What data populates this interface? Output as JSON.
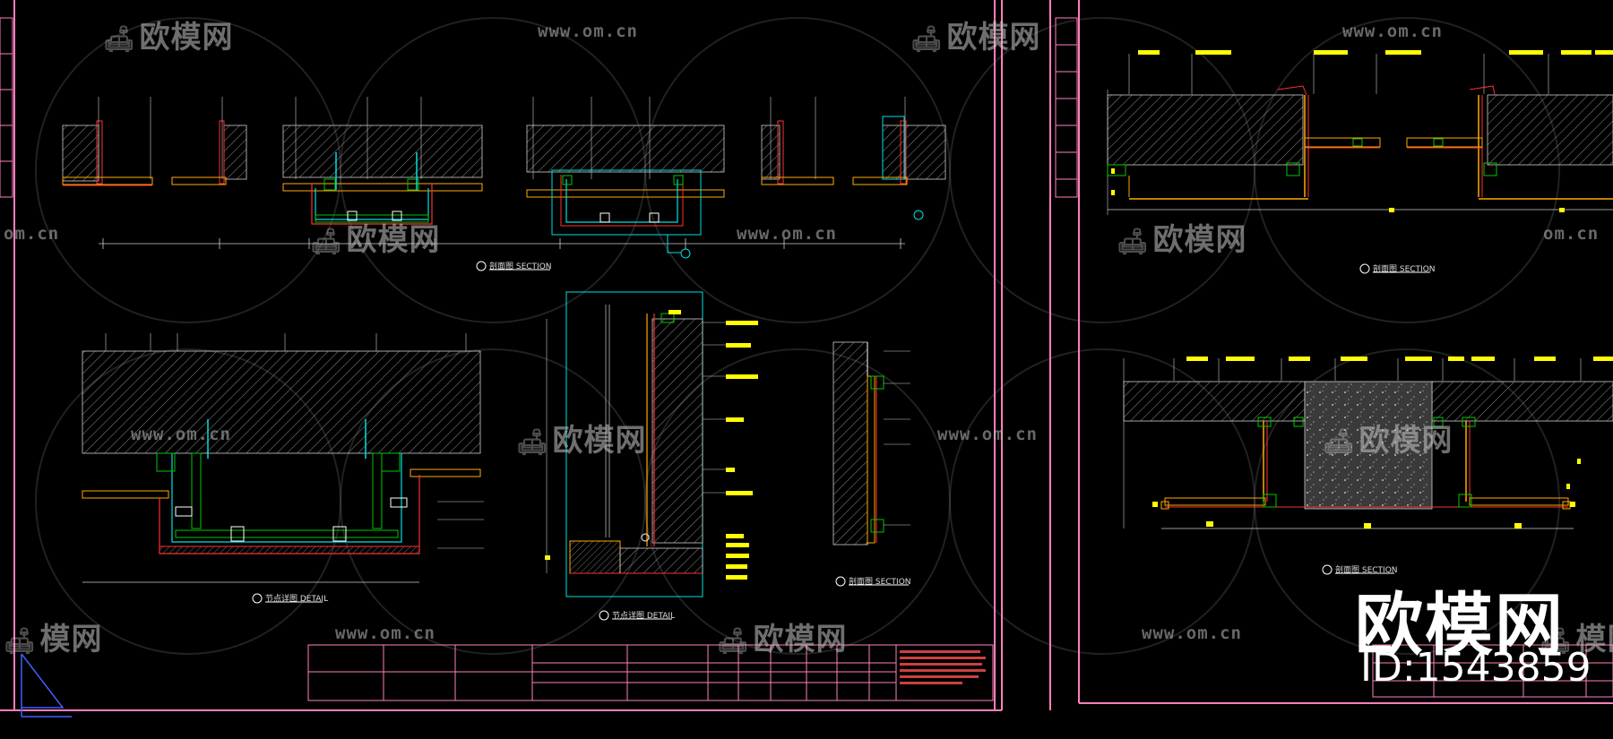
{
  "watermarks": {
    "om_url": "www.om.cn",
    "om_fragment": "om.cn",
    "cn_brand": "欧模网",
    "cn_fragment": "模网"
  },
  "brand": {
    "name": "欧模网",
    "id": "ID:1543859"
  },
  "labels": {
    "section_a": "剖面图 SECTION",
    "section_b": "剖面图 SECTION",
    "detail_1": "节点详图 DETAIL",
    "detail_2": "节点详图 DETAIL",
    "section_c": "剖面图 SECTION",
    "section_d": "剖面图 SECTION"
  },
  "colors": {
    "border": "#ff7fbf",
    "hatch": "#9a9a9a",
    "green": "#00c800",
    "cyan": "#00e0e0",
    "yellow": "#ffff00",
    "red": "#ff3030",
    "white": "#ffffff"
  }
}
